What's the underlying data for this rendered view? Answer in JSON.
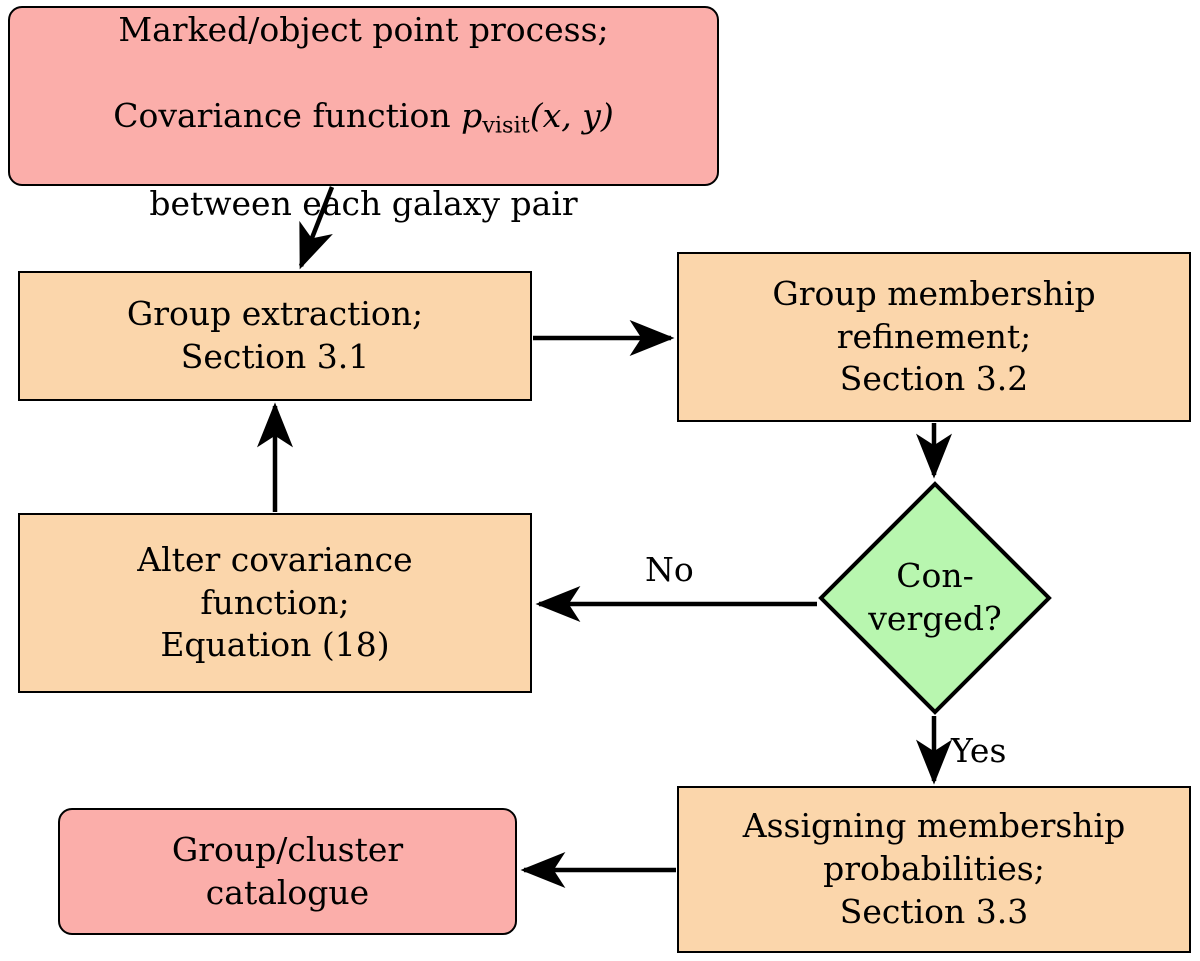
{
  "diagram": {
    "title": "Group finding algorithm flowchart",
    "background": "#ffffff",
    "colors": {
      "pink": "#fbaeaa",
      "orange": "#fbd6ab",
      "green": "#b8f6af",
      "stroke": "#000000",
      "text": "#000000"
    }
  },
  "nodes": {
    "marked_process": {
      "id": "marked-process",
      "shape": "rounded-rect",
      "fill": "#fbaeaa",
      "lines": [
        "Marked/object point process;",
        "Covariance function p_visit(x, y)",
        "between each galaxy pair"
      ],
      "line1": "Marked/object point process;",
      "line2_pre": "Covariance function ",
      "line2_sym": "p",
      "line2_sub": "visit",
      "line2_post": "(x, y)",
      "line3": "between each galaxy pair"
    },
    "group_extraction": {
      "id": "group-extraction",
      "shape": "rect",
      "fill": "#fbd6ab",
      "text": "Group extraction;\nSection 3.1"
    },
    "membership_refinement": {
      "id": "membership-refinement",
      "shape": "rect",
      "fill": "#fbd6ab",
      "text": "Group membership\nrefinement;\nSection 3.2"
    },
    "converged": {
      "id": "converged",
      "shape": "diamond",
      "fill": "#b8f6af",
      "text": "Con-\nverged?"
    },
    "alter_covariance": {
      "id": "alter-covariance",
      "shape": "rect",
      "fill": "#fbd6ab",
      "text": "Alter covariance\nfunction;\nEquation (18)"
    },
    "assign_probabilities": {
      "id": "assign-probabilities",
      "shape": "rect",
      "fill": "#fbd6ab",
      "text": "Assigning membership\nprobabilities;\nSection 3.3"
    },
    "catalogue": {
      "id": "catalogue",
      "shape": "rounded-rect",
      "fill": "#fbaeaa",
      "text": "Group/cluster\ncatalogue"
    }
  },
  "edges": [
    {
      "id": "marked-to-extraction",
      "from": "marked_process",
      "to": "group_extraction",
      "label": ""
    },
    {
      "id": "extraction-to-refine",
      "from": "group_extraction",
      "to": "membership_refinement",
      "label": ""
    },
    {
      "id": "refine-to-converged",
      "from": "membership_refinement",
      "to": "converged",
      "label": ""
    },
    {
      "id": "converged-to-alter",
      "from": "converged",
      "to": "alter_covariance",
      "label": "No"
    },
    {
      "id": "alter-to-extraction",
      "from": "alter_covariance",
      "to": "group_extraction",
      "label": ""
    },
    {
      "id": "converged-to-assign",
      "from": "converged",
      "to": "assign_probabilities",
      "label": "Yes"
    },
    {
      "id": "assign-to-catalogue",
      "from": "assign_probabilities",
      "to": "catalogue",
      "label": ""
    }
  ],
  "edge_labels": {
    "no": "No",
    "yes": "Yes"
  }
}
